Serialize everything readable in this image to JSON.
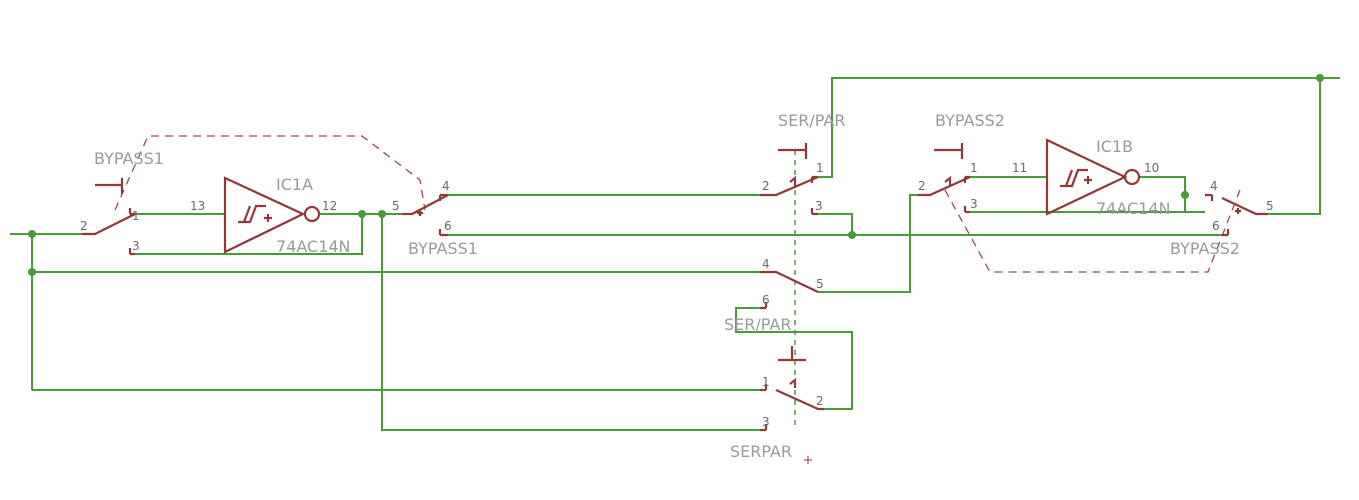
{
  "labels": {
    "bypass1_top": "BYPASS1",
    "bypass1_bottom": "BYPASS1",
    "ic1a": "IC1A",
    "ic1a_part": "74AC14N",
    "serpar_top": "SER/PAR",
    "serpar_mid": "SER/PAR",
    "serpar_bottom": "SERPAR",
    "bypass2_top": "BYPASS2",
    "bypass2_bottom": "BYPASS2",
    "ic1b": "IC1B",
    "ic1b_part": "74AC14N"
  },
  "pins": {
    "bp1a_2": "2",
    "bp1a_1": "1",
    "bp1a_3": "3",
    "ic1a_in": "13",
    "ic1a_out": "12",
    "bp1b_5": "5",
    "bp1b_4": "4",
    "bp1b_6": "6",
    "spa_2": "2",
    "spa_1": "1",
    "spa_3": "3",
    "spb_4": "4",
    "spb_5": "5",
    "spb_6": "6",
    "spc_1": "1",
    "spc_2": "2",
    "spc_3": "3",
    "bp2a_2": "2",
    "bp2a_1": "1",
    "bp2a_3": "3",
    "ic1b_in": "11",
    "ic1b_out": "10",
    "bp2b_4": "4",
    "bp2b_5": "5",
    "bp2b_6": "6"
  },
  "colors": {
    "wire": "#4a9a3a",
    "part": "#8c3a3a",
    "label": "#9a9a9a"
  }
}
